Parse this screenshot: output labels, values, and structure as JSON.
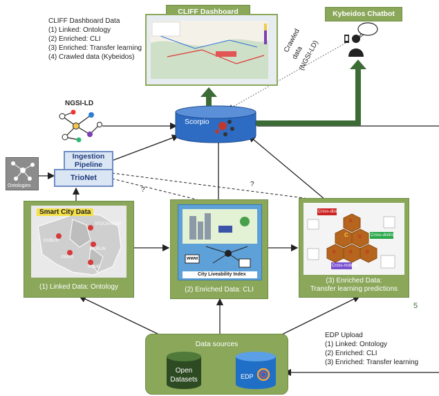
{
  "cliff_info": {
    "title": "CLIFF Dashboard Data",
    "items": [
      "(1) Linked: Ontology",
      "(2) Enriched: CLI",
      "(3) Enriched: Transfer learning",
      "(4) Crawled data (Kybeidos)"
    ]
  },
  "dashboard": {
    "title": "CLIFF Dashboard"
  },
  "chatbot": {
    "title": "Kybeidos Chatbot"
  },
  "crawled_label": [
    "Crawled",
    "data",
    "(NGSI-LD)"
  ],
  "ngsi_label": "NGSI-LD",
  "scorpio_label": "Scorpio",
  "ontologies_label": "Ontologies",
  "pipeline": {
    "line1": "Ingestion",
    "line2": "Pipeline",
    "trionet": "TrioNet"
  },
  "question_marks": [
    "?",
    "?"
  ],
  "panel_ontology": {
    "heading": "Smart City Data",
    "cities": [
      "STOCKHOLM",
      "DUBLIN",
      "BERLIN",
      "PARIS",
      "ROME"
    ],
    "caption": "(1) Linked Data: Ontology"
  },
  "panel_cli": {
    "index_label": "City Liveability Index",
    "www": "www",
    "caption": "(2) Enriched Data: CLI"
  },
  "panel_transfer": {
    "caption_line1": "(3) Enriched Data:",
    "caption_line2": "Transfer learning predictions",
    "cross_district": "Cross-district",
    "cross_mobility": "Cross-mobility",
    "hex_letters": [
      "C",
      "A",
      "B",
      "B",
      "B",
      "B"
    ]
  },
  "stray_number": "5",
  "data_sources": {
    "title": "Data sources",
    "open_label_1": "Open",
    "open_label_2": "Datasets",
    "edp_label": "EDP"
  },
  "edp_upload": {
    "title": "EDP Upload",
    "items": [
      "(1) Linked: Ontology",
      "(2) Enriched: CLI",
      "(3) Enriched: Transfer learning"
    ]
  },
  "colors": {
    "green": "#8aa75a",
    "dark_green": "#3d6b35",
    "blue_pipe": "#6d8cc4"
  }
}
